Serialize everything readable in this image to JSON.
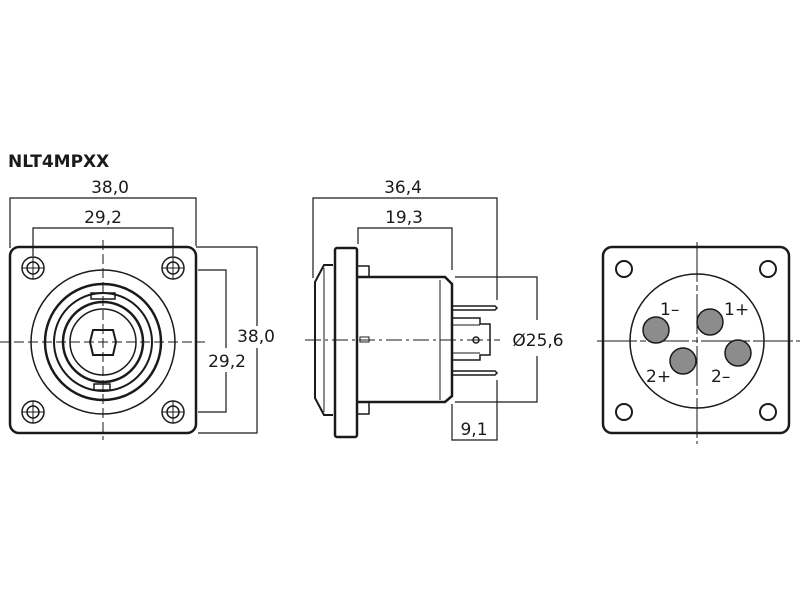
{
  "title": "NLT4MPXX",
  "front_view": {
    "width": "38,0",
    "hole_spacing_h": "29,2",
    "height": "38,0",
    "hole_spacing_v": "29,2"
  },
  "side_view": {
    "total_length": "36,4",
    "body_length": "19,3",
    "diameter": "Ø25,6",
    "pin_length": "9,1"
  },
  "rear_view": {
    "pins": [
      "1–",
      "1+",
      "2+",
      "2–"
    ],
    "pin_color": "#8c8c8c"
  }
}
